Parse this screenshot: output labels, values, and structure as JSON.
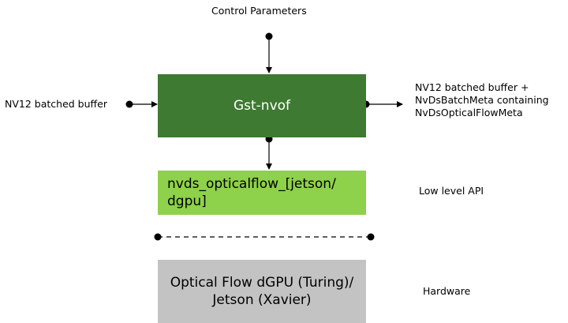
{
  "labels": {
    "control_parameters": "Control Parameters",
    "input": "NV12 batched buffer",
    "output_lines": [
      "NV12 batched buffer +",
      "NvDsBatchMeta containing",
      "NvDsOpticalFlowMeta"
    ],
    "low_level_api": "Low level API",
    "hardware": "Hardware"
  },
  "blocks": {
    "plugin": "Gst-nvof",
    "library_lines": [
      "nvds_opticalflow_[jetson/",
      "dgpu]"
    ],
    "hardware_lines": [
      "Optical Flow dGPU (Turing)/",
      "Jetson (Xavier)"
    ]
  },
  "colors": {
    "plugin_fill": "#3e7a32",
    "library_fill": "#8ed14a",
    "hardware_fill": "#c3c3c3"
  }
}
